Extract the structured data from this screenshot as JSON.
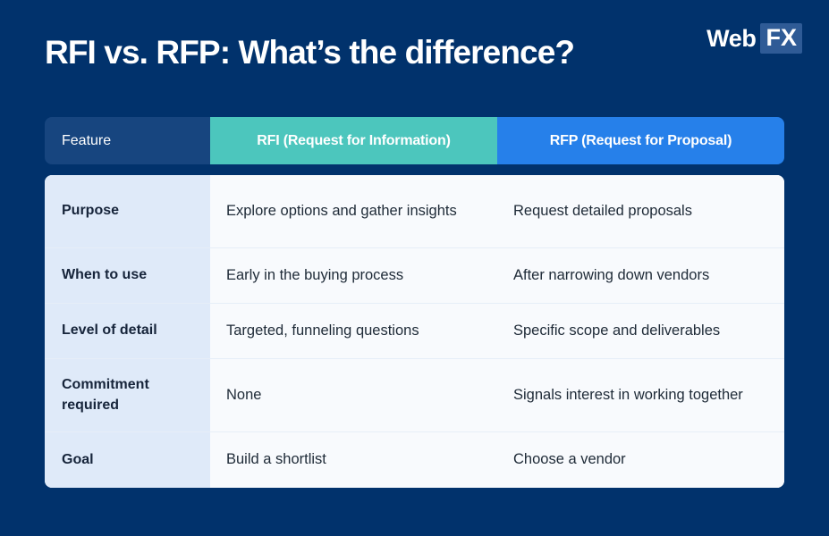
{
  "brand": {
    "logo_web": "Web",
    "logo_fx": "FX",
    "navy": "#01326c",
    "header_navy": "#17457f",
    "teal": "#4cc6bd",
    "blue": "#2680ea",
    "feature_cell_bg": "#dfeaf9",
    "body_cell_bg": "#f8fafd"
  },
  "title": "RFI vs. RFP: What’s the difference?",
  "table": {
    "columns": [
      {
        "label": "Feature",
        "key": "feature"
      },
      {
        "label": "RFI (Request for Information)",
        "key": "rfi"
      },
      {
        "label": "RFP (Request for Proposal)",
        "key": "rfp"
      }
    ],
    "rows": [
      {
        "feature": "Purpose",
        "rfi": "Explore options and gather insights",
        "rfp": "Request detailed proposals"
      },
      {
        "feature": "When to use",
        "rfi": "Early in the buying process",
        "rfp": "After narrowing down vendors"
      },
      {
        "feature": "Level of detail",
        "rfi": "Targeted, funneling questions",
        "rfp": "Specific scope and deliverables"
      },
      {
        "feature": "Commitment required",
        "rfi": "None",
        "rfp": "Signals interest in working together"
      },
      {
        "feature": "Goal",
        "rfi": "Build a shortlist",
        "rfp": "Choose a vendor"
      }
    ]
  }
}
